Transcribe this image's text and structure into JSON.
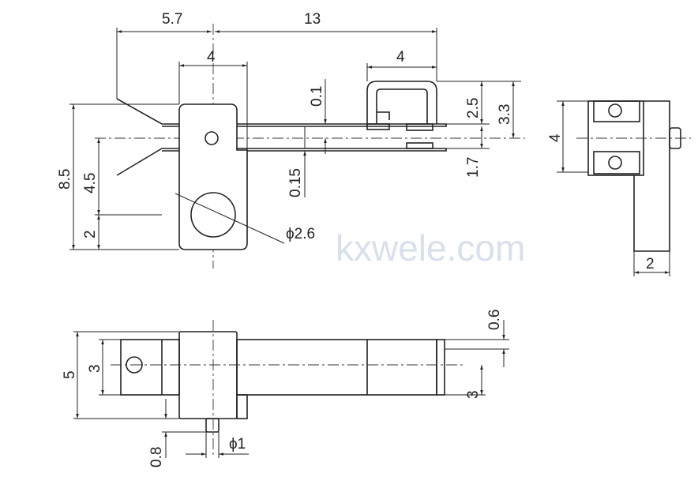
{
  "watermark": "kxwele.com",
  "top_view": {
    "d_5_7": "5.7",
    "d_13": "13",
    "d_4_body": "4",
    "d_4_bracket": "4",
    "d_0_1": "0.1",
    "d_0_15": "0.15",
    "d_2_5": "2.5",
    "d_3_3": "3.3",
    "d_1_7": "1.7",
    "d_8_5": "8.5",
    "d_4_5": "4.5",
    "d_2": "2",
    "d_phi_2_6": "ϕ2.6"
  },
  "side_view": {
    "d_4": "4",
    "d_2": "2"
  },
  "bottom_view": {
    "d_5": "5",
    "d_3_left": "3",
    "d_0_6": "0.6",
    "d_3_right": "3",
    "d_0_8": "0.8",
    "d_phi_1": "ϕ1"
  }
}
